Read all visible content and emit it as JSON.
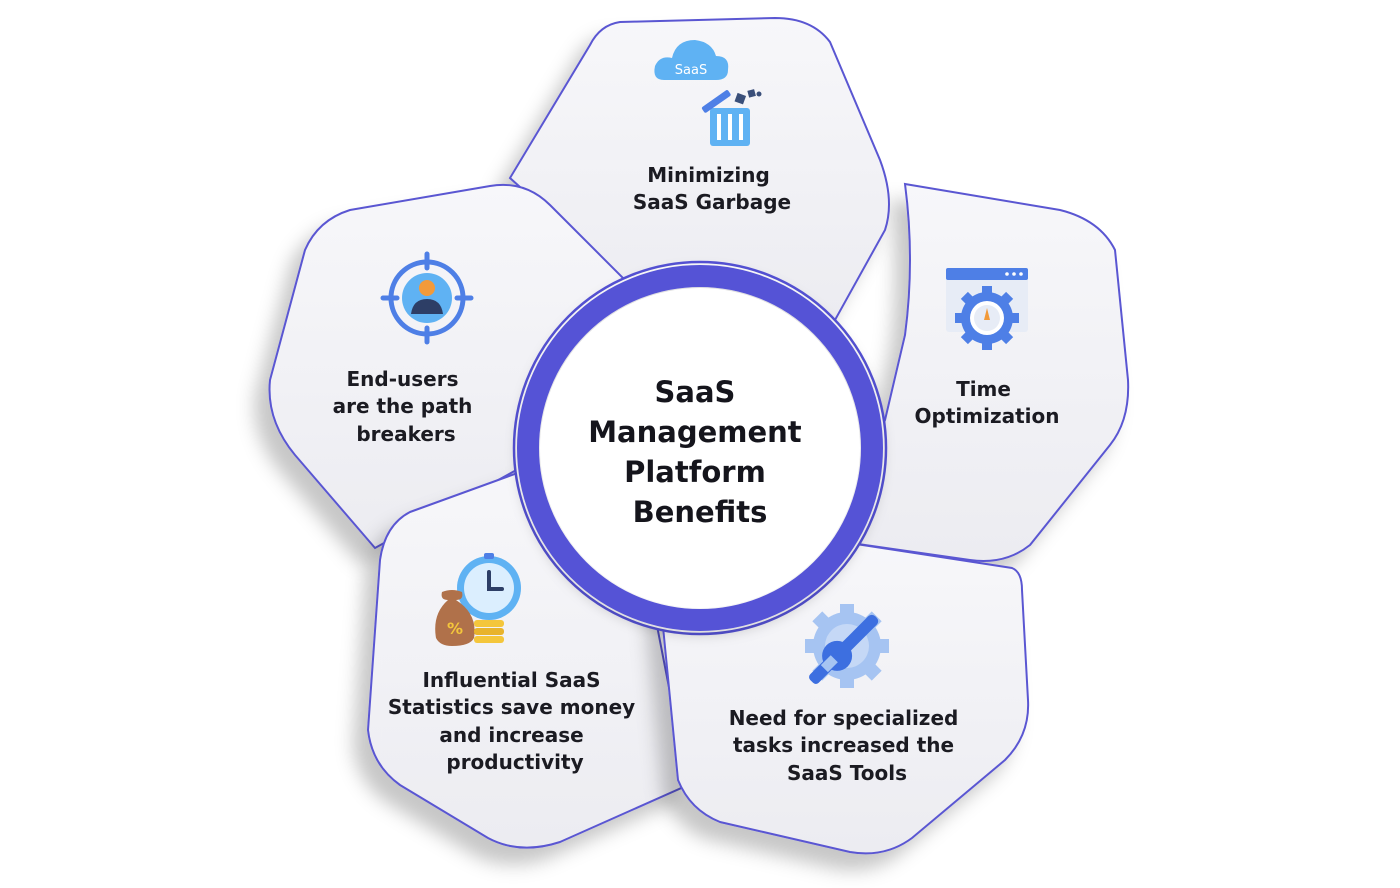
{
  "center": {
    "lines": [
      "SaaS",
      "Management",
      "Platform",
      "Benefits"
    ]
  },
  "petals": [
    {
      "id": "top",
      "lines": [
        "Minimizing",
        "SaaS Garbage"
      ],
      "icon": "saas-cloud-trash-icon"
    },
    {
      "id": "right",
      "lines": [
        "Time",
        "Optimization"
      ],
      "icon": "browser-gear-icon"
    },
    {
      "id": "bottom-right",
      "lines": [
        "Need for specialized",
        "tasks increased the",
        "SaaS Tools"
      ],
      "icon": "wrench-gear-icon"
    },
    {
      "id": "bottom-left",
      "lines": [
        "Influential SaaS",
        "Statistics save money",
        "and increase",
        "productivity"
      ],
      "icon": "clock-money-icon"
    },
    {
      "id": "left",
      "lines": [
        "End-users",
        "are the path",
        "breakers"
      ],
      "icon": "user-target-icon"
    }
  ],
  "icon_text": {
    "saas_cloud": "SaaS"
  },
  "colors": {
    "accent": "#5552d6",
    "outline": "#5a57d2",
    "petal_fill": "#f4f4f7",
    "icon_blue": "#4e7fe6",
    "icon_light": "#5fb2f3",
    "gold": "#f4c63b",
    "brown": "#b0714a"
  }
}
